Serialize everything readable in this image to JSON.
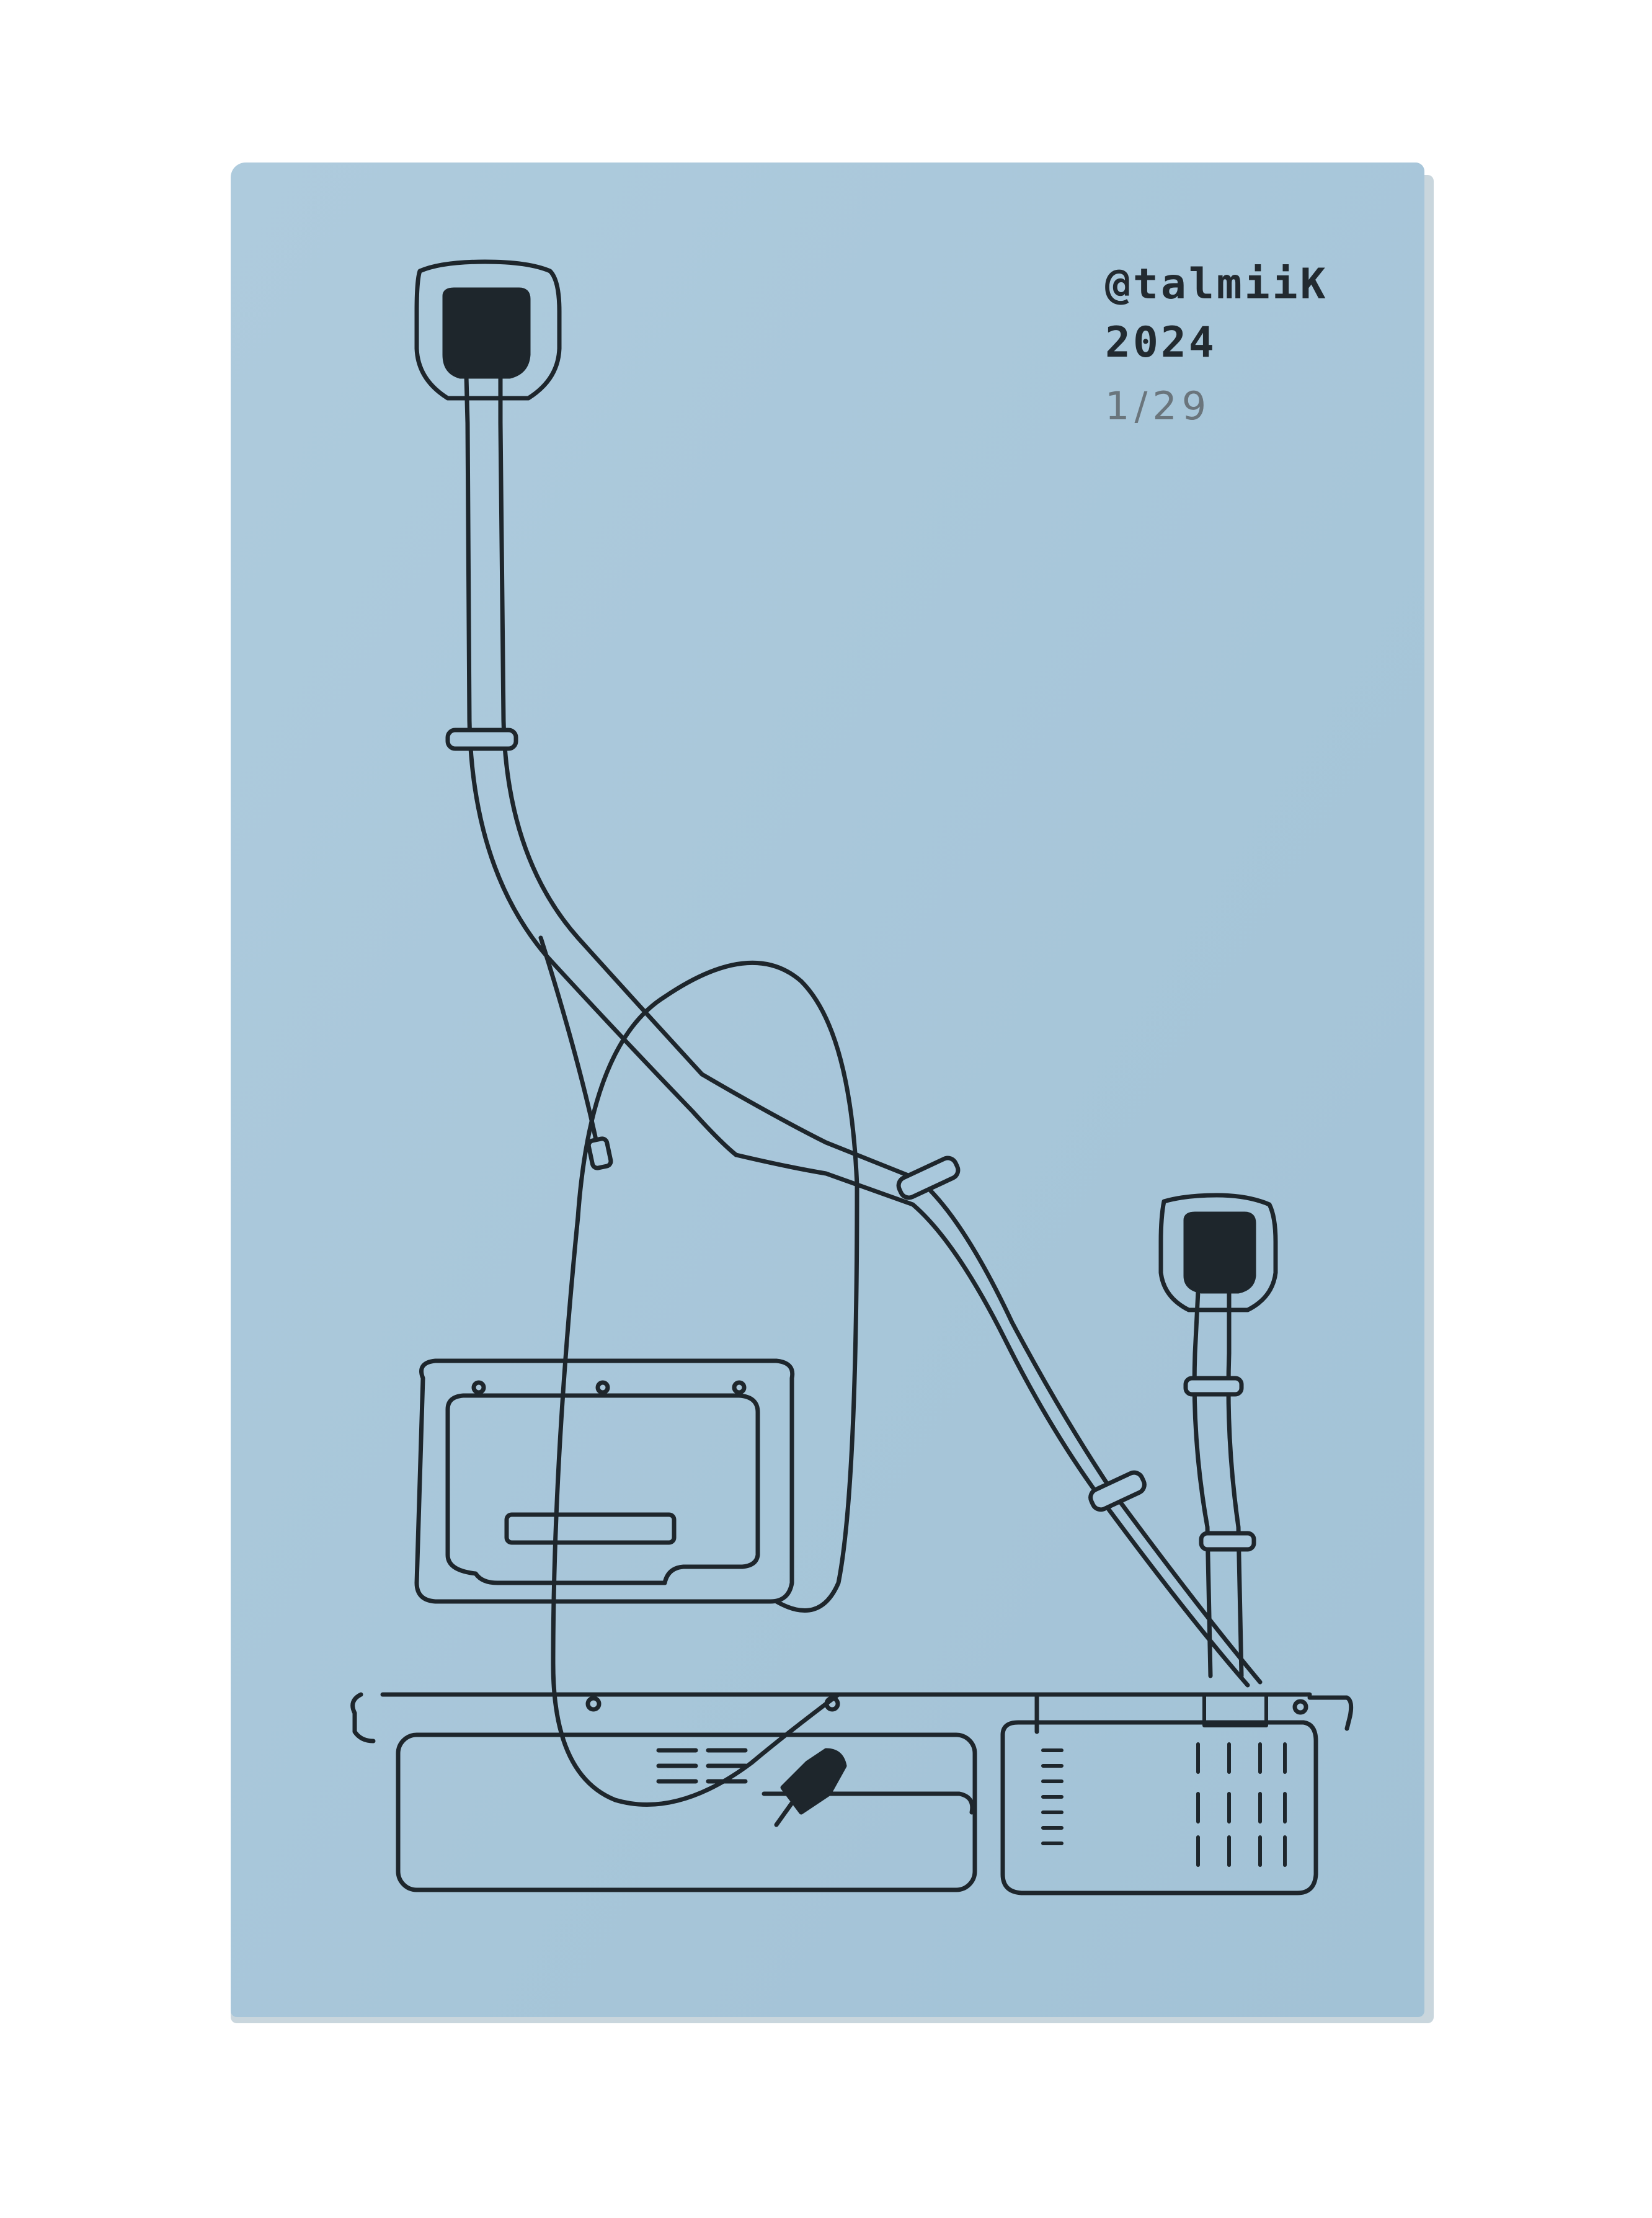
{
  "zine": {
    "handle": "@talmiiK",
    "year": "2024",
    "edition": "1/29"
  },
  "colors": {
    "cover": "#a9c8dc",
    "ink": "#1e262c",
    "pencil": "#6a757c",
    "background": "#ffffff"
  },
  "illustration": {
    "subject": "hand-drawn line art of two wall sockets with cables, a monitor and a desktop computer unit"
  }
}
